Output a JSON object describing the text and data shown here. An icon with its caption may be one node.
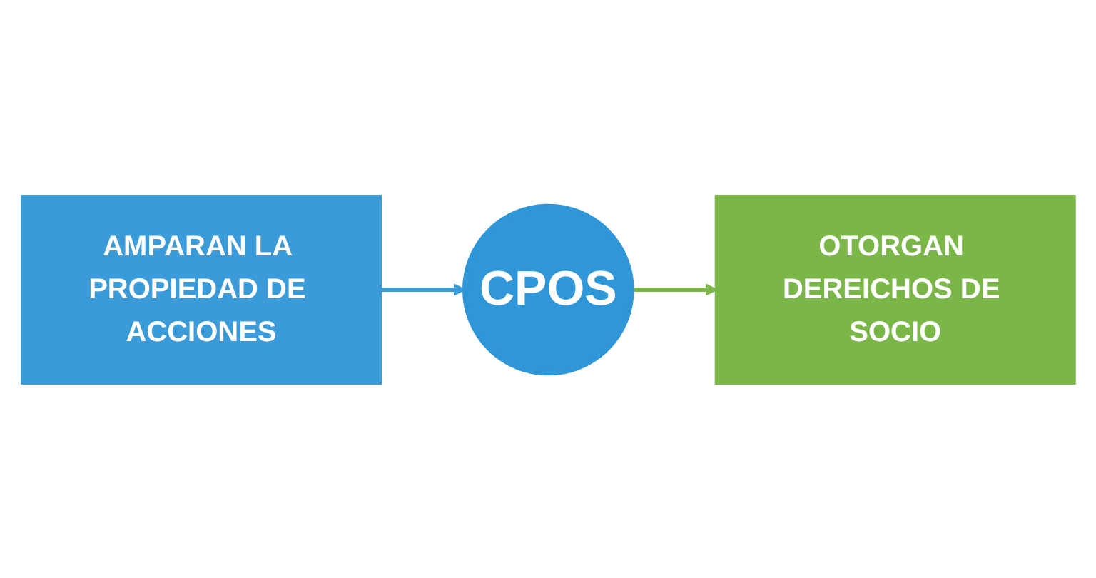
{
  "diagram": {
    "nodes": [
      {
        "text": [
          "AMPARAN LA PROPIEDAD DE ACCIONES"
        ]
      },
      {
        "text": [
          "CPOS"
        ]
      },
      {
        "text": [
          "OTORGAN DEREICHOS DE SOCIO"
        ]
      }
    ],
    "edges": [
      {
        "from": 0,
        "to": 1,
        "arrow": "to",
        "color": "#3b9bd8"
      },
      {
        "from": 1,
        "to": 2,
        "arrow": "to",
        "color": "#7ab648"
      }
    ]
  }
}
